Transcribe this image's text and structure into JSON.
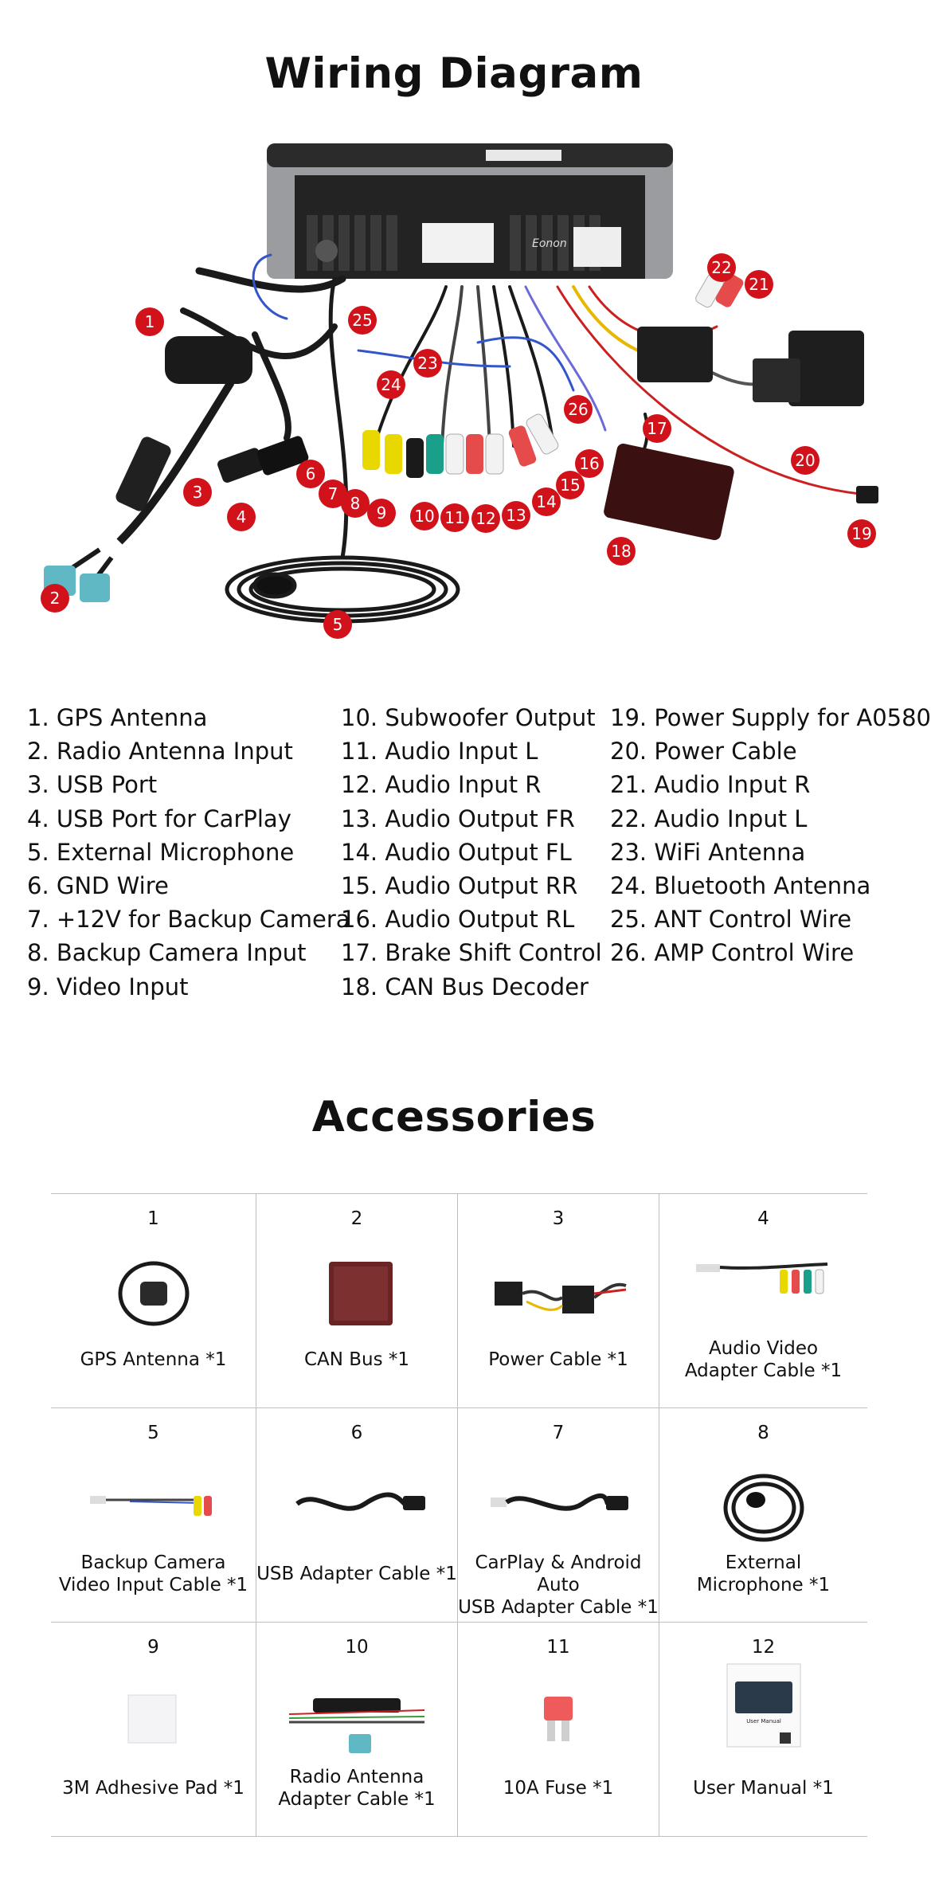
{
  "wiring_title": "Wiring Diagram",
  "device_logo": "Eonon",
  "callouts": [
    "1",
    "2",
    "3",
    "4",
    "5",
    "6",
    "7",
    "8",
    "9",
    "10",
    "11",
    "12",
    "13",
    "14",
    "15",
    "16",
    "17",
    "18",
    "19",
    "20",
    "21",
    "22",
    "23",
    "24",
    "25",
    "26"
  ],
  "legend": {
    "col1": [
      "1. GPS Antenna",
      "2. Radio Antenna Input",
      "3. USB Port",
      "4. USB Port for CarPlay",
      "5. External Microphone",
      "6. GND Wire",
      "7. +12V for Backup Camera",
      "8. Backup Camera Input",
      "9. Video Input"
    ],
    "col2": [
      "10. Subwoofer Output",
      "11. Audio Input L",
      "12. Audio Input R",
      "13. Audio Output FR",
      "14. Audio Output FL",
      "15. Audio Output RR",
      "16. Audio Output RL",
      "17. Brake Shift Control",
      "18. CAN Bus Decoder"
    ],
    "col3": [
      "19. Power Supply for A0580",
      "20. Power Cable",
      "21. Audio Input R",
      "22. Audio Input L",
      "23. WiFi Antenna",
      "24. Bluetooth Antenna",
      "25. ANT Control Wire",
      "26. AMP Control Wire"
    ]
  },
  "accessories_title": "Accessories",
  "accessories": [
    {
      "num": "1",
      "label": "GPS Antenna *1",
      "icon": "gps-antenna-icon"
    },
    {
      "num": "2",
      "label": "CAN Bus *1",
      "icon": "can-bus-icon"
    },
    {
      "num": "3",
      "label": "Power Cable *1",
      "icon": "power-cable-icon"
    },
    {
      "num": "4",
      "label": "Audio Video\nAdapter Cable *1",
      "icon": "av-cable-icon"
    },
    {
      "num": "5",
      "label": "Backup Camera\nVideo Input Cable *1",
      "icon": "camera-cable-icon"
    },
    {
      "num": "6",
      "label": "USB Adapter Cable *1",
      "icon": "usb-cable-icon"
    },
    {
      "num": "7",
      "label": "CarPlay & Android Auto\nUSB Adapter Cable *1",
      "icon": "carplay-usb-cable-icon"
    },
    {
      "num": "8",
      "label": "External\nMicrophone *1",
      "icon": "microphone-icon"
    },
    {
      "num": "9",
      "label": "3M Adhesive Pad *1",
      "icon": "adhesive-pad-icon"
    },
    {
      "num": "10",
      "label": "Radio Antenna\nAdapter Cable *1",
      "icon": "radio-antenna-cable-icon"
    },
    {
      "num": "11",
      "label": "10A Fuse *1",
      "icon": "fuse-icon"
    },
    {
      "num": "12",
      "label": "User Manual *1",
      "icon": "user-manual-icon"
    }
  ],
  "manual_cover_text": "User Manual",
  "colors": {
    "badge": "#d2121a",
    "grid_line": "#bdbdbd",
    "head_unit": "#9a9ca0"
  }
}
